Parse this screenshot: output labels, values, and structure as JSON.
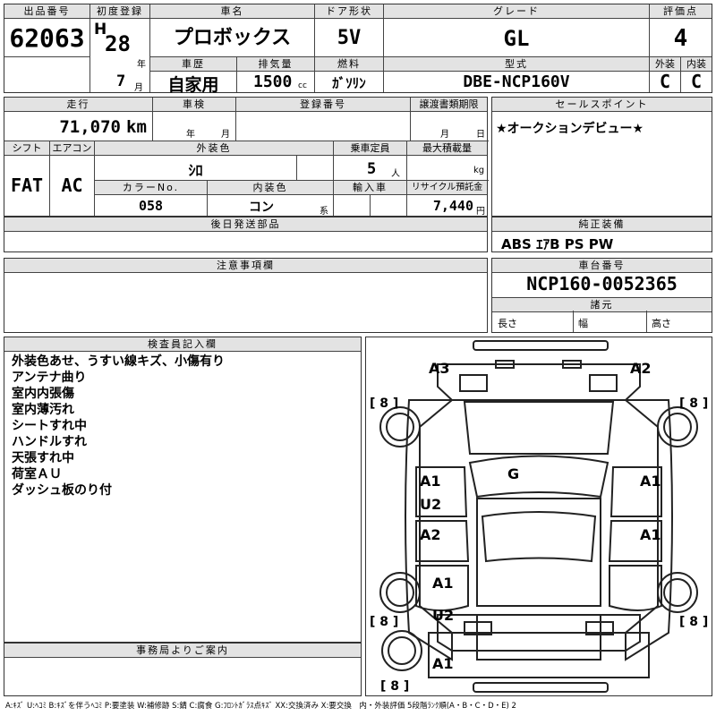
{
  "header": {
    "lot_label": "出品番号",
    "lot_number": "62063",
    "first_reg_label": "初度登録",
    "era": "H",
    "year": "28",
    "year_unit": "年",
    "month": "7",
    "month_unit": "月",
    "car_name_label": "車名",
    "car_name": "プロボックス",
    "history_label": "車歴",
    "history": "自家用",
    "displacement_label": "排気量",
    "displacement": "1500",
    "displacement_unit": "cc",
    "door_label": "ドア形状",
    "door": "5V",
    "fuel_label": "燃料",
    "fuel": "ｶﾞｿﾘﾝ",
    "grade_label": "グレード",
    "grade": "GL",
    "model_label": "型式",
    "model": "DBE-NCP160V",
    "score_label": "評価点",
    "score": "4",
    "exterior_label": "外装",
    "exterior": "C",
    "interior_label": "内装",
    "interior": "C"
  },
  "row2": {
    "mileage_label": "走行",
    "mileage": "71,070",
    "mileage_unit": "km",
    "inspection_label": "車検",
    "year_unit": "年",
    "month_unit": "月",
    "reg_no_label": "登録番号",
    "transfer_label": "譲渡書類期限",
    "transfer_month": "月",
    "transfer_day": "日",
    "shift_label": "シフト",
    "shift": "FAT",
    "ac_label": "エアコン",
    "ac": "AC",
    "color_label": "外装色",
    "color": "ｼﾛ",
    "capacity_label": "乗車定員",
    "capacity": "5",
    "capacity_unit": "人",
    "load_label": "最大積載量",
    "load_unit": "kg",
    "color_no_label": "カラーNo.",
    "color_no": "058",
    "int_color_label": "内装色",
    "int_color": "コン",
    "int_color_unit": "系",
    "import_label": "輸入車",
    "recycle_label": "リサイクル預託金",
    "recycle": "7,440",
    "recycle_unit": "円"
  },
  "sales_point": {
    "label": "セールスポイント",
    "text": "★オークションデビュー★"
  },
  "later_parts": {
    "label": "後日発送部品"
  },
  "equipment": {
    "label": "純正装備",
    "text": "ABS ｴｱB PS PW"
  },
  "caution": {
    "label": "注意事項欄"
  },
  "chassis": {
    "label": "車台番号",
    "number": "NCP160-0052365",
    "dims_label": "諸元",
    "length": "長さ",
    "width": "幅",
    "height": "高さ"
  },
  "inspector": {
    "label": "検査員記入欄",
    "notes": [
      "外装色あせ、うすい線キズ、小傷有り",
      "アンテナ曲り",
      "室内内張傷",
      "室内薄汚れ",
      "シートすれ中",
      "ハンドルすれ",
      "天張すれ中",
      "荷室ＡＵ",
      "ダッシュ板のり付"
    ]
  },
  "office": {
    "label": "事務局よりご案内"
  },
  "diagram": {
    "marks": [
      "A3",
      "A2",
      "G",
      "A1",
      "U2",
      "A1",
      "A2",
      "A1",
      "A1",
      "U2",
      "A1"
    ],
    "tires": [
      "[ 8 ]",
      "[ 8 ]",
      "[ 8 ]",
      "[ 8 ]",
      "[ 8 ]"
    ]
  },
  "legend": "A:ｷｽﾞ U:ﾍｺﾐ B:ｷｽﾞを伴うﾍｺﾐ P:要塗装 W:補修跡 S:錆 C:腐食 G:ﾌﾛﾝﾄｶﾞﾗｽ点ｷｽﾞ XX:交換済み X:要交換　内・外装評価 5段階ﾗﾝｸ順(A・B・C・D・E) 2"
}
